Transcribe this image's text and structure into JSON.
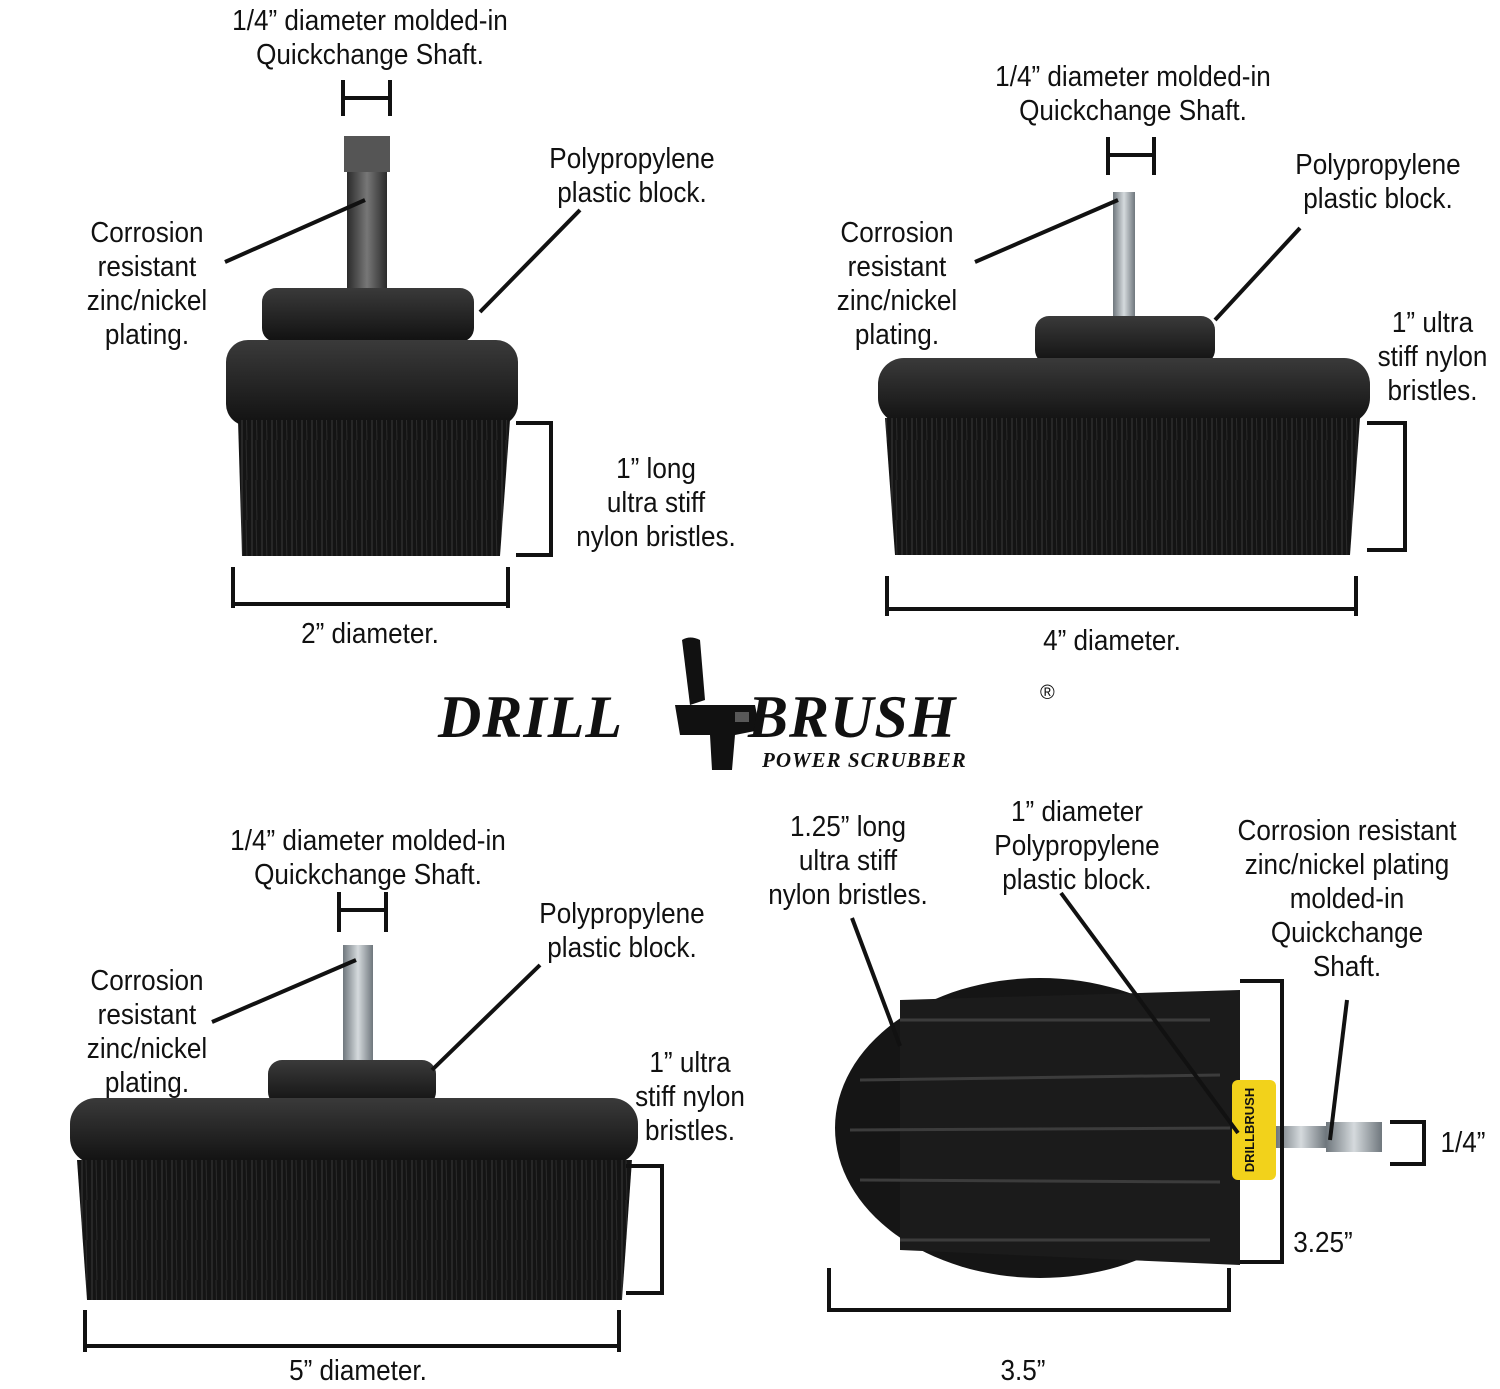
{
  "brand": {
    "word1": "DRILL",
    "word2": "BRUSH",
    "registered": "®",
    "tagline": "POWER SCRUBBER",
    "ferrule_text": "DRILLBRUSH"
  },
  "panel_1": {
    "shaft_label": [
      "1/4” diameter molded-in",
      "Quickchange Shaft."
    ],
    "block_label": [
      "Polypropylene",
      "plastic block."
    ],
    "plating_label": [
      "Corrosion",
      "resistant",
      "zinc/nickel",
      "plating."
    ],
    "bristle_label": [
      "1” long",
      "ultra stiff",
      "nylon bristles."
    ],
    "diameter_label": "2” diameter."
  },
  "panel_2": {
    "shaft_label": [
      "1/4” diameter molded-in",
      "Quickchange Shaft."
    ],
    "block_label": [
      "Polypropylene",
      "plastic block."
    ],
    "plating_label": [
      "Corrosion",
      "resistant",
      "zinc/nickel",
      "plating."
    ],
    "bristle_label": [
      "1” ultra",
      "stiff nylon",
      "bristles."
    ],
    "diameter_label": "4” diameter."
  },
  "panel_3": {
    "shaft_label": [
      "1/4” diameter molded-in",
      "Quickchange Shaft."
    ],
    "block_label": [
      "Polypropylene",
      "plastic block."
    ],
    "plating_label": [
      "Corrosion",
      "resistant",
      "zinc/nickel",
      "plating."
    ],
    "bristle_label": [
      "1” ultra",
      "stiff nylon",
      "bristles."
    ],
    "diameter_label": "5” diameter."
  },
  "panel_4": {
    "bristle_label": [
      "1.25” long",
      "ultra stiff",
      "nylon bristles."
    ],
    "block_label": [
      "1” diameter",
      "Polypropylene",
      "plastic block."
    ],
    "plating_label": [
      "Corrosion resistant",
      "zinc/nickel plating",
      "molded-in",
      "Quickchange",
      "Shaft."
    ],
    "shaft_size": "1/4”",
    "length_label": "3.25”",
    "width_label": "3.5”"
  },
  "colors": {
    "brush": "#1a1a1a",
    "metal": "#9aa3aa",
    "ferrule": "#f2d21b"
  }
}
